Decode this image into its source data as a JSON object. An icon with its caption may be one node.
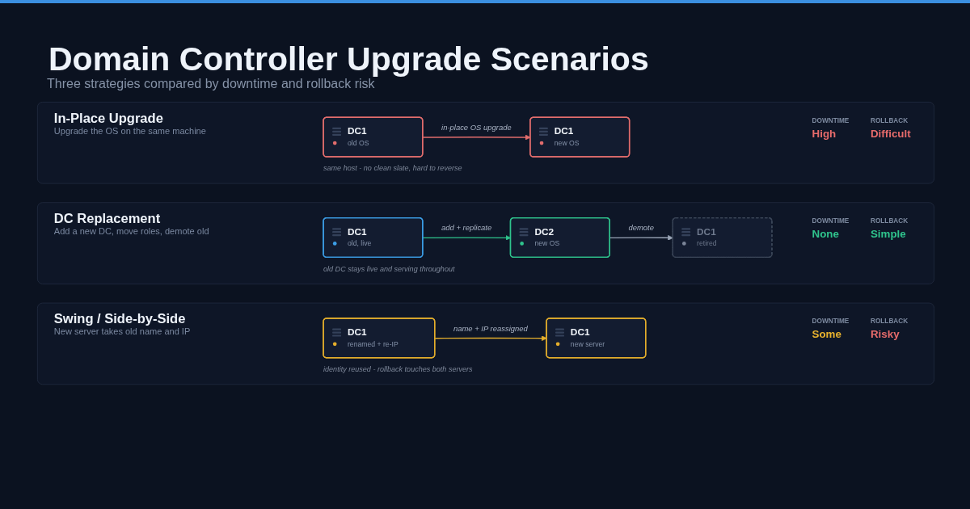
{
  "diagram": {
    "title": "Domain Controller Upgrade Scenarios",
    "nodes": [
      {
        "text": [
          "In-Place Upgrade",
          "Upgrade the OS on the same machine"
        ]
      },
      {
        "text": [
          "DC1",
          "old OS"
        ],
        "in": 0
      },
      {
        "text": [
          "DC1",
          "new OS"
        ],
        "in": 0
      },
      {
        "text": [
          "DC Replacement",
          "Add a new DC, move roles, demote old"
        ]
      },
      {
        "text": [
          "DC1",
          "old, live"
        ],
        "in": 3
      },
      {
        "text": [
          "DC2",
          "new OS"
        ],
        "in": 3
      },
      {
        "text": [
          "DC1",
          "retired"
        ],
        "in": 3
      },
      {
        "text": [
          "Swing / Side-by-Side",
          "New server takes old name and IP"
        ]
      },
      {
        "text": [
          "DC1",
          "renamed + re-IP"
        ],
        "in": 7
      },
      {
        "text": [
          "DC1",
          "new server"
        ],
        "in": 7
      }
    ],
    "edges": [
      {
        "from": 1,
        "to": 2,
        "arrow": "to",
        "label": "in-place OS upgrade",
        "color": "#e26d6d"
      },
      {
        "from": 4,
        "to": 5,
        "arrow": "to",
        "label": "add + replicate",
        "color": "#2fc48d"
      },
      {
        "from": 5,
        "to": 6,
        "arrow": "to",
        "label": "demote",
        "color": "#9aa5b7"
      },
      {
        "from": 8,
        "to": 9,
        "arrow": "to",
        "label": "name + IP reassigned",
        "color": "#e4ae2c"
      }
    ],
    "labels": [
      "Three strategies compared by downtime and rollback risk",
      "DOWNTIME",
      "ROLLBACK",
      "High",
      "Difficult",
      "same host - no clean slate, hard to reverse",
      "DOWNTIME",
      "ROLLBACK",
      "None",
      "Simple",
      "old DC stays live and serving throughout",
      "DOWNTIME",
      "ROLLBACK",
      "Some",
      "Risky",
      "identity reused - rollback touches both servers"
    ]
  }
}
